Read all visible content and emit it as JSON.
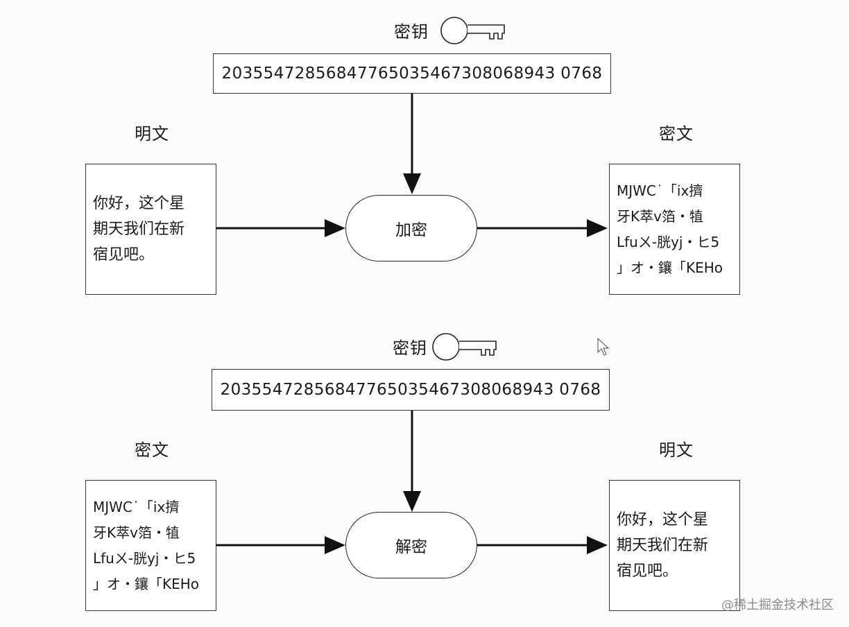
{
  "encrypt": {
    "key_label": "密钥",
    "key_value": "20355472856847765035467308068943 0768",
    "input_label": "明文",
    "input_text": "你好，这个星\n期天我们在新\n宿见吧。",
    "process_label": "加密",
    "output_label": "密文",
    "output_text": "MJWC˙「ix擠\n牙K萃v箔・犆\nLfuㄨ-胱yj・ヒ5\n」オ・鑲「KEHo"
  },
  "decrypt": {
    "key_label": "密钥",
    "key_value": "20355472856847765035467308068943 0768",
    "input_label": "密文",
    "input_text": "MJWC˙「ix擠\n牙K萃v箔・犆\nLfuㄨ-胱yj・ヒ5\n」オ・鑲「KEHo",
    "process_label": "解密",
    "output_label": "明文",
    "output_text": "你好，这个星\n期天我们在新\n宿见吧。"
  },
  "watermark": "@稀土掘金技术社区",
  "icons": {
    "key": "key-icon",
    "cursor": "mouse-cursor-icon",
    "arrow": "arrow-icon"
  }
}
